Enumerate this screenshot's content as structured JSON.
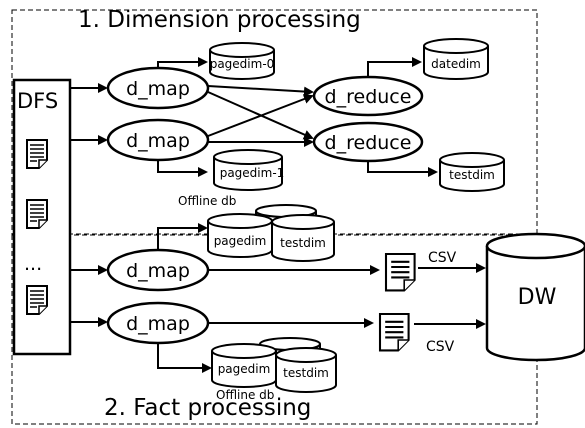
{
  "sections": {
    "dimension_title": "1. Dimension processing",
    "fact_title": "2. Fact processing"
  },
  "source": {
    "label": "DFS",
    "ellipsis": "..."
  },
  "dimension_phase": {
    "map_top": "d_map",
    "map_bottom": "d_map",
    "reduce_top": "d_reduce",
    "reduce_bottom": "d_reduce",
    "pagedim_0": "pagedim-0",
    "pagedim_1": "pagedim-1",
    "datedim": "datedim",
    "testdim": "testdim",
    "offline_label": "Offline db",
    "offline_pagedim": "pagedim",
    "offline_testdim": "testdim"
  },
  "fact_phase": {
    "map_top": "d_map",
    "map_bottom": "d_map",
    "csv_top": "CSV",
    "csv_bottom": "CSV",
    "offline_label": "Offline db",
    "offline_pagedim": "pagedim",
    "offline_testdim": "testdim"
  },
  "warehouse": {
    "label": "DW"
  }
}
